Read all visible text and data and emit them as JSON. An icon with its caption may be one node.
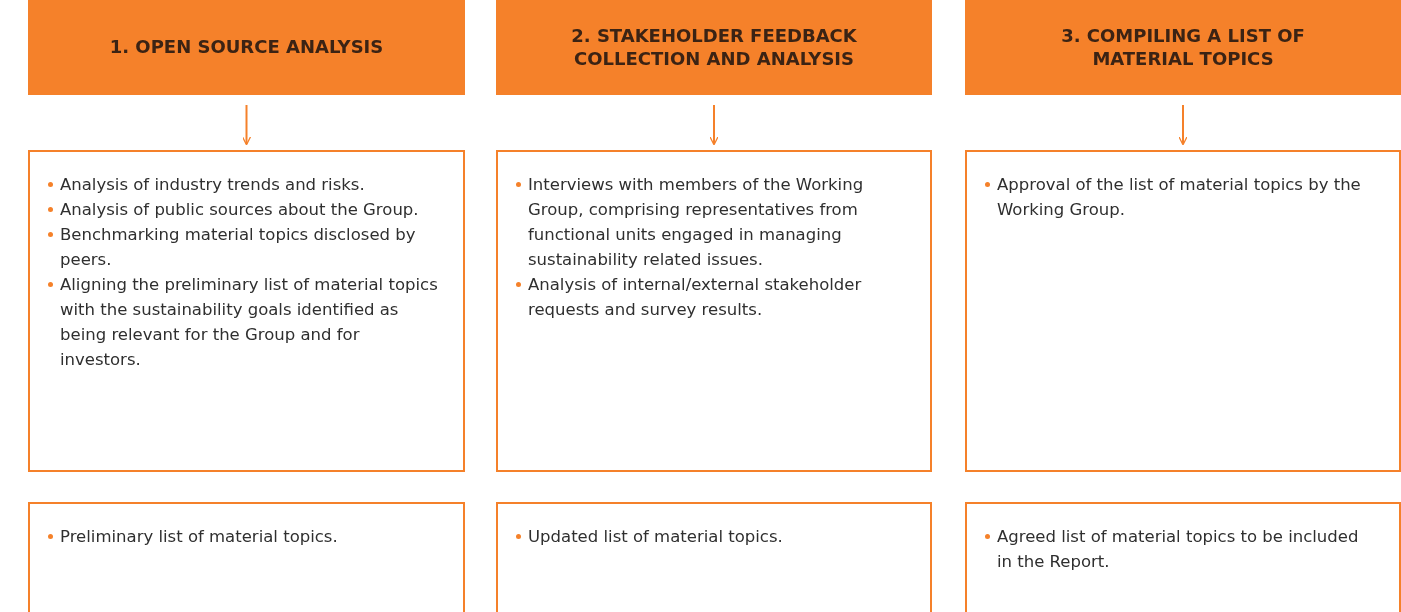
{
  "diagram": {
    "nodes": [
      {
        "text": [
          "1. OPEN SOURCE ANALYSIS"
        ]
      },
      {
        "text": [
          "2. STAKEHOLDER FEEDBACK COLLECTION AND ANALYSIS"
        ]
      },
      {
        "text": [
          "3. COMPILING A LIST OF MATERIAL TOPICS"
        ]
      },
      {
        "text": [
          "Analysis of industry trends and risks.",
          "Analysis of public sources about the Group.",
          "Benchmarking material topics disclosed by peers.",
          "Aligning the preliminary list of material topics with the sustainability goals identified as being relevant for the Group and for investors."
        ]
      },
      {
        "text": [
          "Interviews with members of the Working Group, comprising representatives from functional units engaged in managing sustainability related issues.",
          "Analysis of internal/external stakeholder requests and survey results."
        ]
      },
      {
        "text": [
          "Approval of the list of material topics by the Working Group."
        ]
      },
      {
        "text": [
          "Preliminary list of material topics."
        ]
      },
      {
        "text": [
          "Updated list of material topics."
        ]
      },
      {
        "text": [
          "Agreed list of material topics to be included in the Report."
        ]
      }
    ],
    "edges": [
      {
        "from": 0,
        "to": 3,
        "arrow": "to"
      },
      {
        "from": 1,
        "to": 4,
        "arrow": "to"
      },
      {
        "from": 2,
        "to": 5,
        "arrow": "to"
      }
    ]
  }
}
